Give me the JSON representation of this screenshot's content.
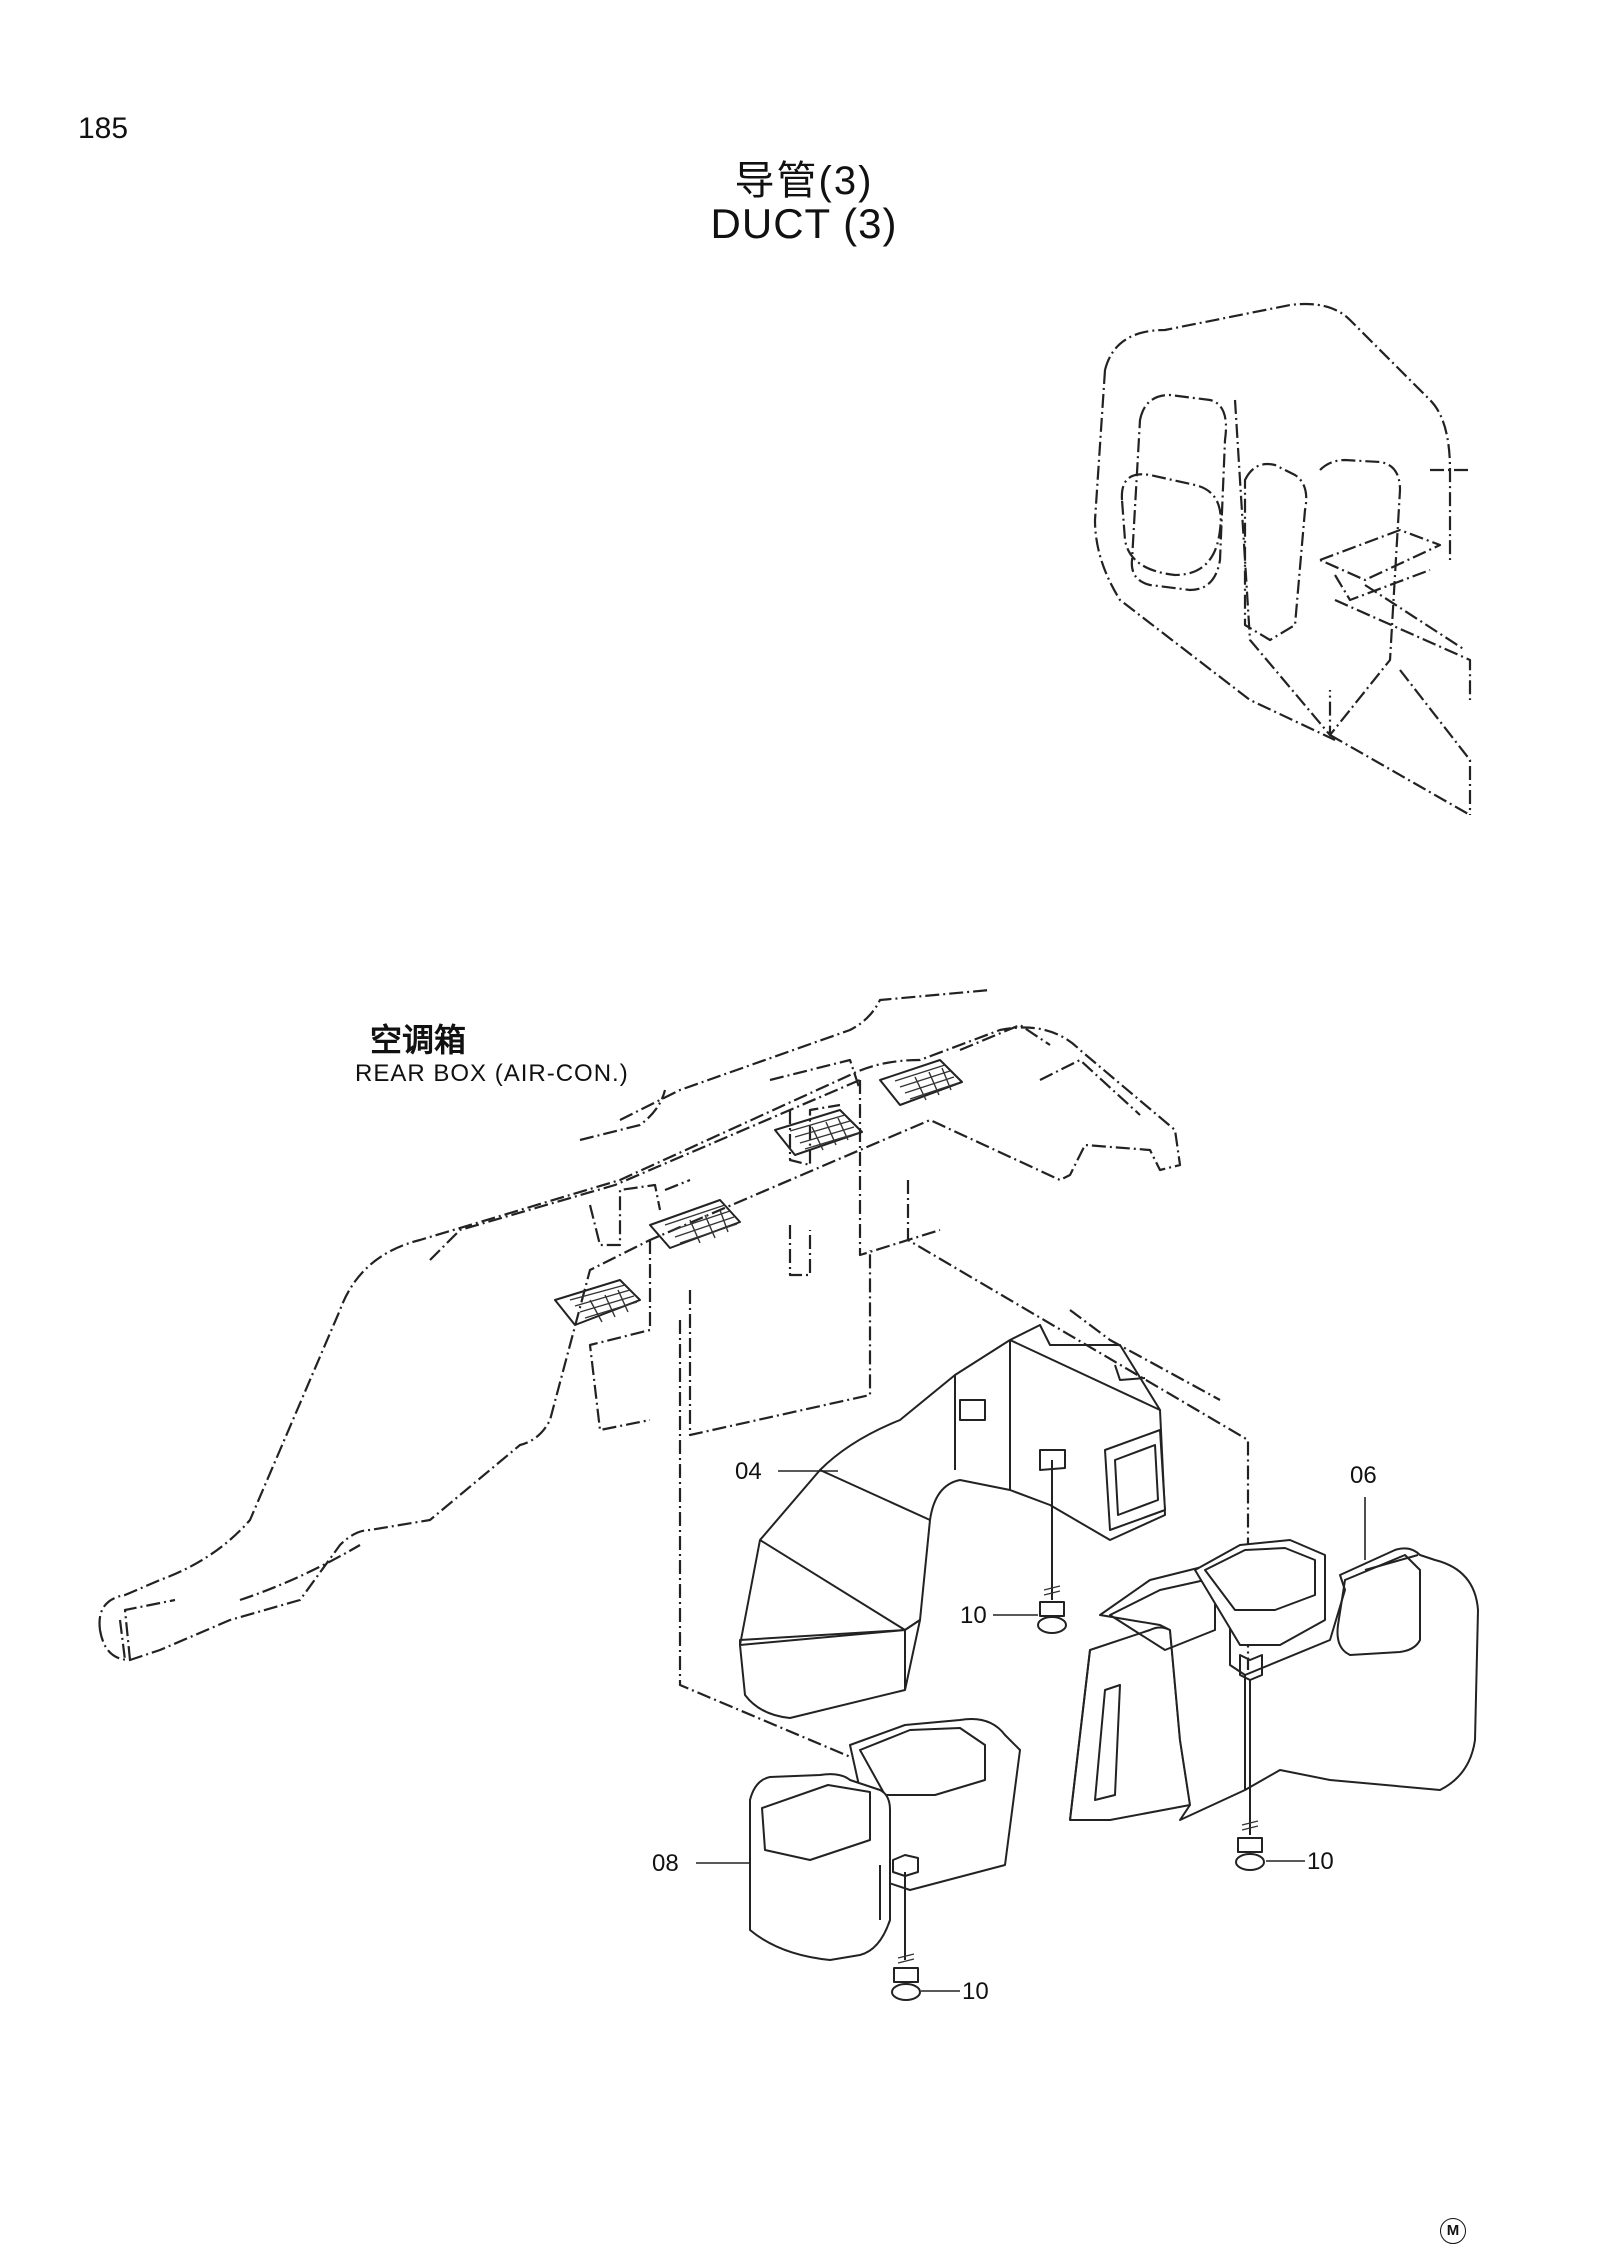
{
  "page": {
    "number": "185"
  },
  "title": {
    "cn": "导管(3)",
    "en": "DUCT (3)"
  },
  "rear_box": {
    "cn": "空调箱",
    "en": "REAR BOX (AIR-CON.)"
  },
  "callouts": {
    "part_04": "04",
    "part_06": "06",
    "part_08": "08",
    "part_10_a": "10",
    "part_10_b": "10",
    "part_10_c": "10"
  },
  "mark": "M"
}
